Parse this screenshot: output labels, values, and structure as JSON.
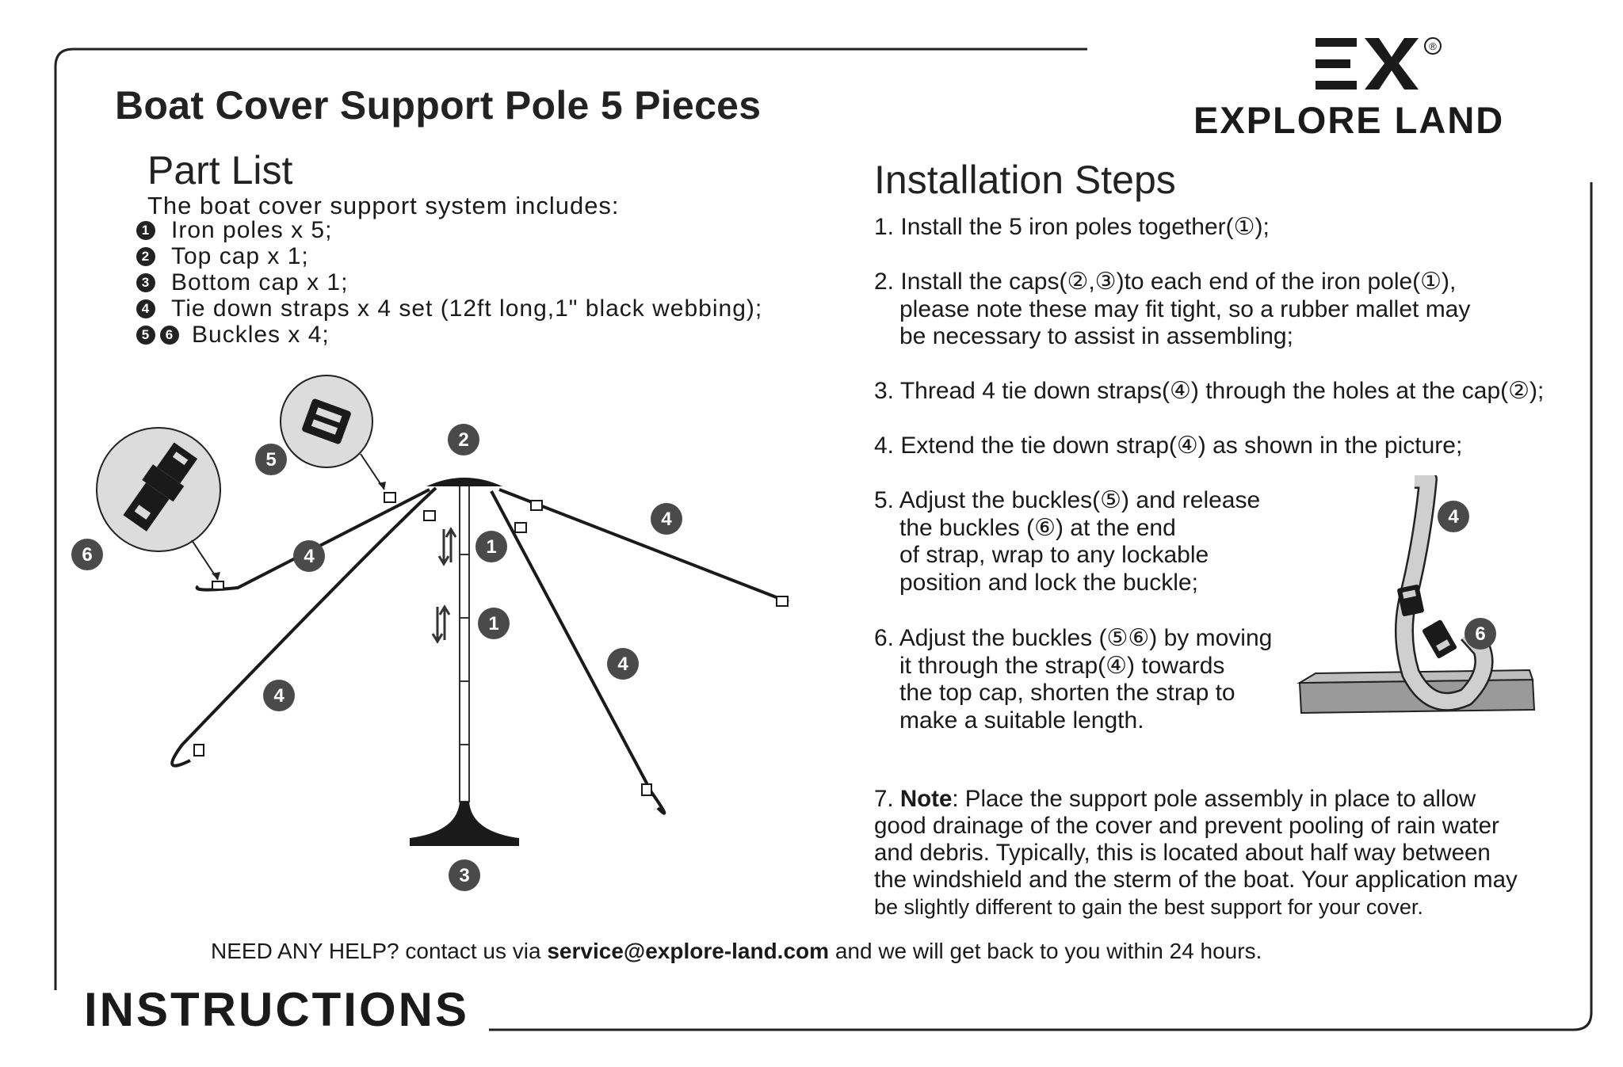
{
  "title": "Boat Cover Support Pole 5 Pieces",
  "brand": {
    "name": "EXPLORE LAND",
    "mark": "EX",
    "registered": "®"
  },
  "part_list": {
    "heading": "Part List",
    "intro": "The boat cover support system includes:",
    "items": [
      {
        "num": "1",
        "label": "Iron poles x 5;"
      },
      {
        "num": "2",
        "label": "Top cap x 1;"
      },
      {
        "num": "3",
        "label": "Bottom cap x 1;"
      },
      {
        "num": "4",
        "label": "Tie down straps x 4 set (12ft long,1\" black webbing);"
      },
      {
        "num": "5 6",
        "num_a": "5",
        "num_b": "6",
        "label": "Buckles x 4;"
      }
    ]
  },
  "installation": {
    "heading": "Installation Steps",
    "steps": [
      {
        "lines": [
          "1. Install the 5 iron poles together(①);"
        ]
      },
      {
        "lines": [
          "2. Install the caps(②,③)to each end of the iron pole(①),",
          "please note these may fit tight, so a rubber mallet may",
          "be necessary to assist in assembling;"
        ]
      },
      {
        "lines": [
          "3. Thread 4 tie down straps(④)  through the holes at the cap(②);"
        ]
      },
      {
        "lines": [
          "4. Extend the tie down strap(④) as shown in the picture;"
        ]
      },
      {
        "lines": [
          "5. Adjust the buckles(⑤) and release",
          "the buckles (⑥) at the end",
          "of strap, wrap to any lockable",
          "position and lock the buckle;"
        ]
      },
      {
        "lines": [
          "6. Adjust the buckles (⑤⑥) by moving",
          "it through the strap(④) towards",
          "the top cap, shorten the strap to",
          "make a suitable length."
        ]
      }
    ],
    "note": {
      "prefix": "7. ",
      "label": "Note",
      "lines": [
        ": Place the support pole assembly in place to allow",
        "good drainage of the cover and prevent pooling of rain water",
        "and debris. Typically, this is located about half way between",
        "the windshield and the sterm of the boat. Your application may",
        "be slightly different to gain the best support for your cover."
      ]
    }
  },
  "diagram_labels": {
    "top_cap": "2",
    "bottom_cap": "3",
    "pole_upper": "1",
    "pole_lower": "1",
    "strap_left_upper": "4",
    "strap_left_lower": "4",
    "strap_right_upper": "4",
    "strap_right_lower": "4",
    "buckle_5": "5",
    "buckle_6": "6",
    "detail_strap": "4",
    "detail_buckle": "6"
  },
  "help": {
    "prefix": "NEED ANY HELP? contact us via ",
    "email": "service@explore-land.com",
    "suffix": " and we will get back to you within 24 hours."
  },
  "footer_title": "INSTRUCTIONS",
  "colors": {
    "ink": "#1a1a1a",
    "badge": "#4a4a4a",
    "detail_grey": "#9a9a9a",
    "circle_bg": "#dcdcdc"
  }
}
